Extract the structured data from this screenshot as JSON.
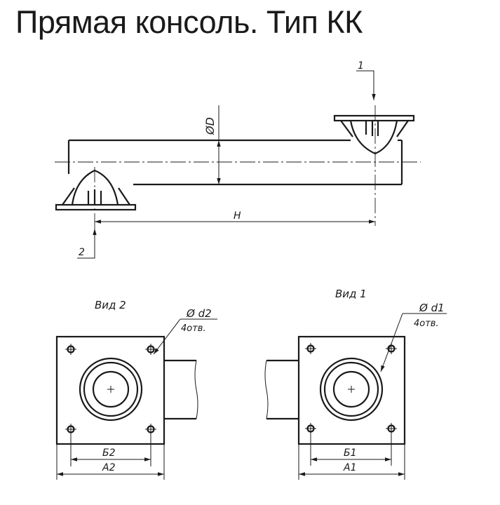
{
  "title": "Прямая консоль. Тип КК",
  "side_view": {
    "diameter_label": "ØD",
    "length_label": "H",
    "marker_1": "1",
    "marker_2": "2"
  },
  "view_2": {
    "title": "Вид 2",
    "hole_diameter": "Ø d2",
    "hole_count": "4отв.",
    "inner_dim": "Б2",
    "outer_dim": "А2"
  },
  "view_1": {
    "title": "Вид 1",
    "hole_diameter": "Ø d1",
    "hole_count": "4отв.",
    "inner_dim": "Б1",
    "outer_dim": "А1"
  }
}
